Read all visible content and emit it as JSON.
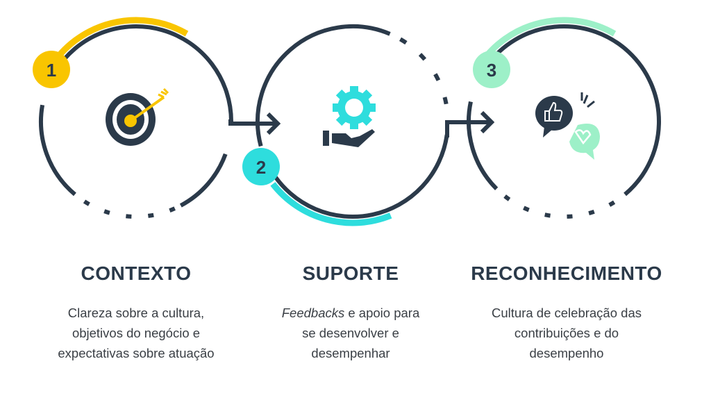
{
  "colors": {
    "navy": "#2B3A4A",
    "yellow": "#F9C500",
    "cyan": "#2EDDDD",
    "mint": "#9DF0C8"
  },
  "steps": [
    {
      "number": "1",
      "icon": "target-icon",
      "title": "CONTEXTO",
      "description": [
        "Clareza sobre a cultura,",
        "objetivos do negócio e",
        "expectativas sobre atuação"
      ]
    },
    {
      "number": "2",
      "icon": "gear-hand-icon",
      "title": "SUPORTE",
      "description_em": "Feedbacks",
      "description": [
        " e apoio para",
        "se desenvolver e",
        "desempenhar"
      ]
    },
    {
      "number": "3",
      "icon": "thumbs-up-heart-chat-icon",
      "title": "RECONHECIMENTO",
      "description": [
        "Cultura de celebração das",
        "contribuições e do",
        "desempenho"
      ]
    }
  ]
}
